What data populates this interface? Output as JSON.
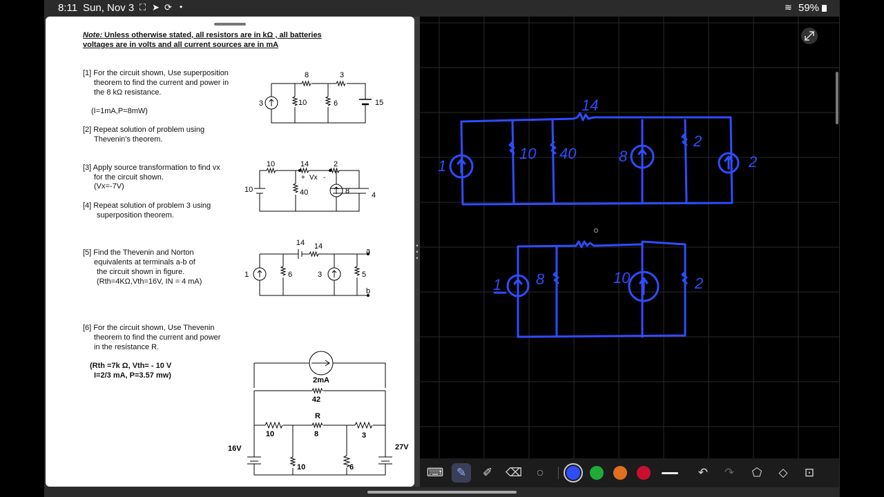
{
  "status_bar": {
    "time": "8:11",
    "date": "Sun, Nov 3",
    "battery_percent": "59%",
    "icons": [
      "screen-mirror-icon",
      "location-arrow-icon",
      "sync-icon",
      "dot-icon",
      "wifi-icon",
      "battery-icon"
    ]
  },
  "document": {
    "note_label": "Note:",
    "note_line1": "Unless otherwise stated, all resistors are in kΩ , all batteries",
    "note_line2": "voltages are in volts and all current sources are in mA",
    "p1": {
      "line1": "[1] For the circuit shown, Use superposition",
      "line2": "theorem to find the current and  power in",
      "line3": "the 8 kΩ resistance.",
      "answer": "(I=1mA,P=8mW)"
    },
    "p2": {
      "line1": "[2] Repeat solution of problem using",
      "line2": "Thevenin's  theorem."
    },
    "p3": {
      "line1": "[3] Apply source transformation to find vx",
      "line2": "for   the circuit shown.",
      "answer": "(Vx=-7V)"
    },
    "p4": {
      "line1": "[4]  Repeat solution of problem 3 using",
      "line2": "superposition theorem."
    },
    "p5": {
      "line1": "[5] Find the Thevenin and Norton",
      "line2": "equivalents at terminals a-b of",
      "line3": "the circuit shown in figure.",
      "answer": "(Rth=4KΩ,Vth=16V, IN = 4 mA)"
    },
    "p6": {
      "line1": "[6] For the circuit shown, Use Thevenin",
      "line2": "theorem to find the current and  power",
      "line3": "in the resistance R.",
      "answer1": "(Rth =7k Ω,  Vth= - 10 V",
      "answer2": "I=2/3 mA, P=3.57  mw)"
    },
    "c1": {
      "r_top1": "8",
      "r_top2": "3",
      "src": "3",
      "r_mid1": "10",
      "r_mid2": "6",
      "batt": "15"
    },
    "c3": {
      "r_a": "10",
      "r_b": "14",
      "r_c": "2",
      "plus": "+",
      "vx": "Vx",
      "minus": "-",
      "v_left": "10",
      "r_mid": "40",
      "src": "8",
      "v_right": "4"
    },
    "c5": {
      "batt": "14",
      "r_top": "14",
      "a": "a",
      "b": "b",
      "src1": "1",
      "r_mid": "6",
      "src2": "3",
      "r_right": "5"
    },
    "c6": {
      "src": "2mA",
      "r_top": "42",
      "r_label": "R",
      "r_mid_left": "10",
      "r_mid_center": "8",
      "r_mid_right": "3",
      "v_left": "16V",
      "r_bot_left": "10",
      "r_bot_right": "6",
      "v_right": "27V"
    }
  },
  "sketch": {
    "ink_color": "#2f4cff",
    "c1": {
      "r_top": "14",
      "src_left": "1",
      "r_a": "10",
      "r_b": "40",
      "src_mid": "8",
      "r_right": "2",
      "src_right": "2"
    },
    "c2": {
      "src_left": "1",
      "r_a": "8",
      "src_mid": "10",
      "r_right": "2"
    }
  },
  "toolbar": {
    "tools": [
      "keyboard-icon",
      "pen-icon",
      "highlighter-icon",
      "eraser-icon",
      "lasso-icon"
    ],
    "colors": [
      "#2f4cff",
      "#1faa3a",
      "#e0701f",
      "#c8102e"
    ],
    "selected_color": "#2f4cff"
  }
}
